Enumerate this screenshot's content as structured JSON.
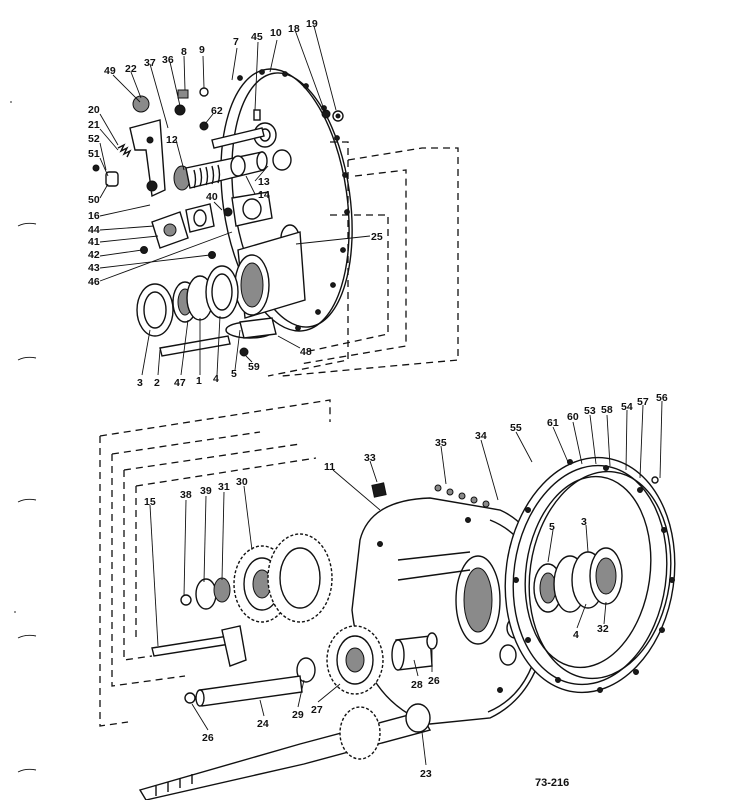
{
  "figure_number": "73-216",
  "callouts": [
    {
      "id": "c49",
      "text": "49"
    },
    {
      "id": "c22",
      "text": "22"
    },
    {
      "id": "c37",
      "text": "37"
    },
    {
      "id": "c36",
      "text": "36"
    },
    {
      "id": "c8",
      "text": "8"
    },
    {
      "id": "c9",
      "text": "9"
    },
    {
      "id": "c7",
      "text": "7"
    },
    {
      "id": "c45",
      "text": "45"
    },
    {
      "id": "c10",
      "text": "10"
    },
    {
      "id": "c18",
      "text": "18"
    },
    {
      "id": "c19",
      "text": "19"
    },
    {
      "id": "c62",
      "text": "62"
    },
    {
      "id": "c20",
      "text": "20"
    },
    {
      "id": "c21",
      "text": "21"
    },
    {
      "id": "c52",
      "text": "52"
    },
    {
      "id": "c51",
      "text": "51"
    },
    {
      "id": "c12",
      "text": "12"
    },
    {
      "id": "c50",
      "text": "50"
    },
    {
      "id": "c16",
      "text": "16"
    },
    {
      "id": "c44",
      "text": "44"
    },
    {
      "id": "c41",
      "text": "41"
    },
    {
      "id": "c42",
      "text": "42"
    },
    {
      "id": "c43",
      "text": "43"
    },
    {
      "id": "c46",
      "text": "46"
    },
    {
      "id": "c13",
      "text": "13"
    },
    {
      "id": "c14",
      "text": "14"
    },
    {
      "id": "c40",
      "text": "40"
    },
    {
      "id": "c25",
      "text": "25"
    },
    {
      "id": "c48",
      "text": "48"
    },
    {
      "id": "c3a",
      "text": "3"
    },
    {
      "id": "c2",
      "text": "2"
    },
    {
      "id": "c47",
      "text": "47"
    },
    {
      "id": "c1",
      "text": "1"
    },
    {
      "id": "c4a",
      "text": "4"
    },
    {
      "id": "c5a",
      "text": "5"
    },
    {
      "id": "c59",
      "text": "59"
    },
    {
      "id": "c35",
      "text": "35"
    },
    {
      "id": "c34",
      "text": "34"
    },
    {
      "id": "c55",
      "text": "55"
    },
    {
      "id": "c61",
      "text": "61"
    },
    {
      "id": "c60",
      "text": "60"
    },
    {
      "id": "c53",
      "text": "53"
    },
    {
      "id": "c58",
      "text": "58"
    },
    {
      "id": "c54",
      "text": "54"
    },
    {
      "id": "c57",
      "text": "57"
    },
    {
      "id": "c56",
      "text": "56"
    },
    {
      "id": "c33",
      "text": "33"
    },
    {
      "id": "c11",
      "text": "11"
    },
    {
      "id": "c15",
      "text": "15"
    },
    {
      "id": "c38",
      "text": "38"
    },
    {
      "id": "c39",
      "text": "39"
    },
    {
      "id": "c31",
      "text": "31"
    },
    {
      "id": "c30",
      "text": "30"
    },
    {
      "id": "c5b",
      "text": "5"
    },
    {
      "id": "c3b",
      "text": "3"
    },
    {
      "id": "c4b",
      "text": "4"
    },
    {
      "id": "c32",
      "text": "32"
    },
    {
      "id": "c28",
      "text": "28"
    },
    {
      "id": "c26a",
      "text": "26"
    },
    {
      "id": "c29",
      "text": "29"
    },
    {
      "id": "c27",
      "text": "27"
    },
    {
      "id": "c24",
      "text": "24"
    },
    {
      "id": "c26b",
      "text": "26"
    },
    {
      "id": "c23",
      "text": "23"
    }
  ]
}
